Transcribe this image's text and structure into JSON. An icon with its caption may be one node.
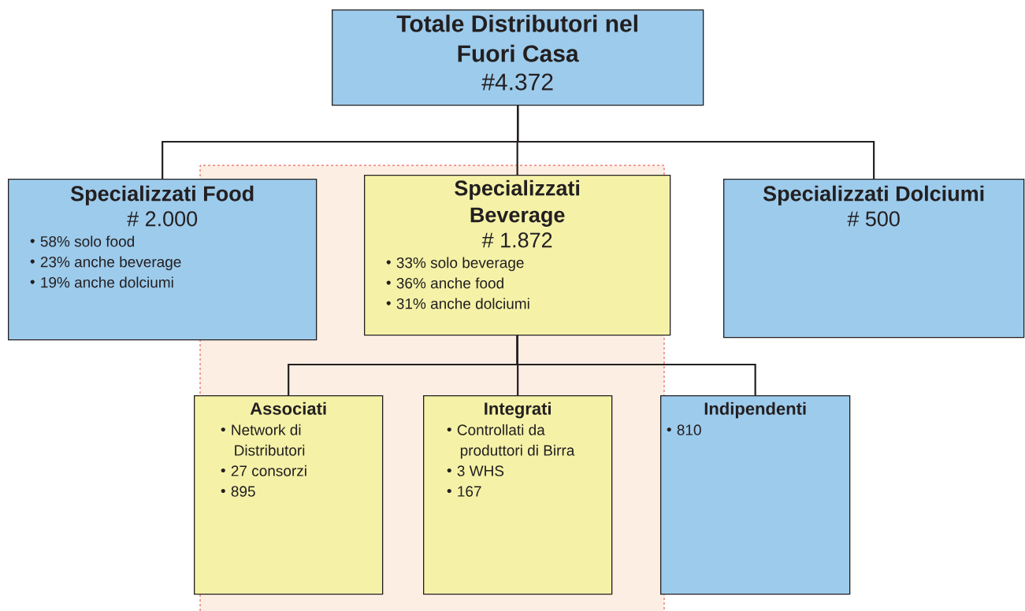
{
  "diagram": {
    "nodes": [
      {
        "text": [
          "Totale Distributori nel Fuori Casa",
          "#4.372"
        ]
      },
      {
        "text": [
          "Specializzati Food",
          "# 2.000",
          "58% solo food",
          "23% anche beverage",
          "19% anche dolciumi"
        ]
      },
      {
        "text": [
          "Specializzati Beverage",
          "# 1.872",
          "33% solo beverage",
          "36% anche food",
          "31% anche dolciumi"
        ]
      },
      {
        "text": [
          "Specializzati Dolciumi",
          "# 500"
        ]
      },
      {
        "text": [
          "Associati",
          "Network di Distributori",
          "27 consorzi",
          "895"
        ]
      },
      {
        "text": [
          "Integrati",
          "Controllati da produttori di Birra",
          "3 WHS",
          "167"
        ]
      },
      {
        "text": [
          "Indipendenti",
          "810"
        ]
      }
    ],
    "edges": [
      {
        "from": 0,
        "to": 1,
        "arrow": "none"
      },
      {
        "from": 0,
        "to": 2,
        "arrow": "none"
      },
      {
        "from": 0,
        "to": 3,
        "arrow": "none"
      },
      {
        "from": 2,
        "to": 4,
        "arrow": "none"
      },
      {
        "from": 2,
        "to": 5,
        "arrow": "none"
      },
      {
        "from": 2,
        "to": 6,
        "arrow": "none"
      }
    ]
  }
}
